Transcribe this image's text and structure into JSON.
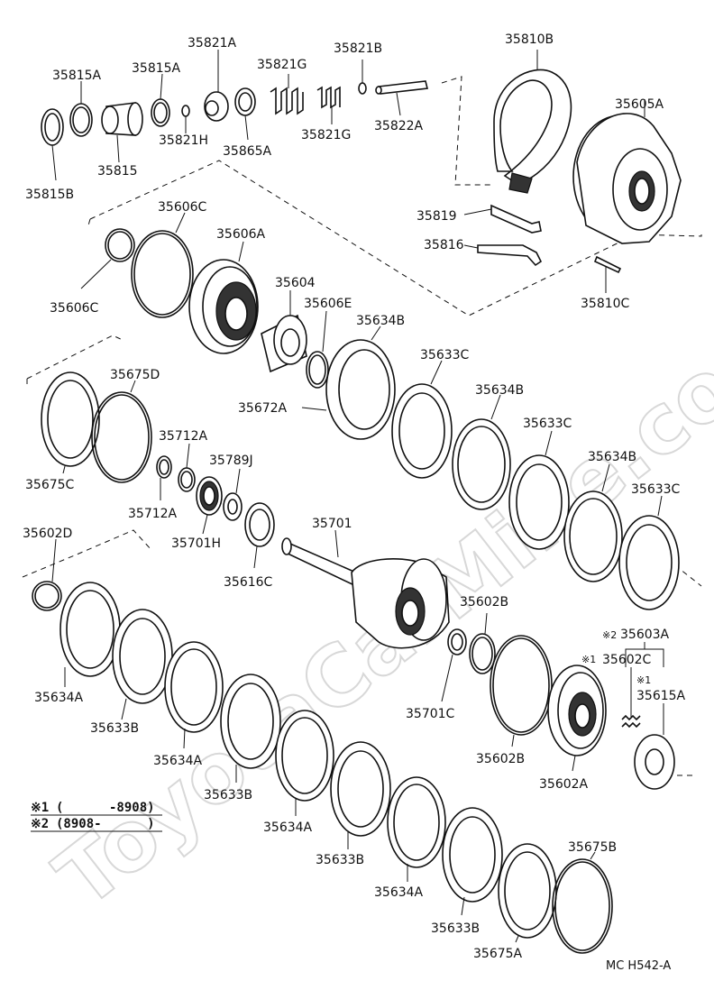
{
  "watermark": "ToyotaCarMine.com",
  "diagram_code": "MC H542-A",
  "notes": [
    {
      "mark": "※1",
      "text": "(      -8908)"
    },
    {
      "mark": "※2",
      "text": "(8908-      )"
    }
  ],
  "parts": {
    "p35815B": "35815B",
    "p35815A_1": "35815A",
    "p35815A_2": "35815A",
    "p35815": "35815",
    "p35821A": "35821A",
    "p35821H": "35821H",
    "p35865A": "35865A",
    "p35821G_1": "35821G",
    "p35821G_2": "35821G",
    "p35821B": "35821B",
    "p35822A": "35822A",
    "p35810B": "35810B",
    "p35605A": "35605A",
    "p35819": "35819",
    "p35816": "35816",
    "p35810C": "35810C",
    "p35606C_1": "35606C",
    "p35606C_2": "35606C",
    "p35606A": "35606A",
    "p35604": "35604",
    "p35606E": "35606E",
    "p35634B_1": "35634B",
    "p35634B_2": "35634B",
    "p35634B_3": "35634B",
    "p35633C_1": "35633C",
    "p35633C_2": "35633C",
    "p35633C_3": "35633C",
    "p35672A": "35672A",
    "p35675D": "35675D",
    "p35675C": "35675C",
    "p35712A_1": "35712A",
    "p35712A_2": "35712A",
    "p35789J": "35789J",
    "p35701H": "35701H",
    "p35701": "35701",
    "p35616C": "35616C",
    "p35602D": "35602D",
    "p35634A_1": "35634A",
    "p35634A_2": "35634A",
    "p35634A_3": "35634A",
    "p35634A_4": "35634A",
    "p35633B_1": "35633B",
    "p35633B_2": "35633B",
    "p35633B_3": "35633B",
    "p35633B_4": "35633B",
    "p35602B_1": "35602B",
    "p35602B_2": "35602B",
    "p35701C": "35701C",
    "p35603A": "35603A",
    "p35602C": "35602C",
    "p35615A": "35615A",
    "p35602A": "35602A",
    "p35675B": "35675B",
    "p35675A": "35675A",
    "m35603A": "※2",
    "m35602C": "※1",
    "m35615A": "※1"
  }
}
